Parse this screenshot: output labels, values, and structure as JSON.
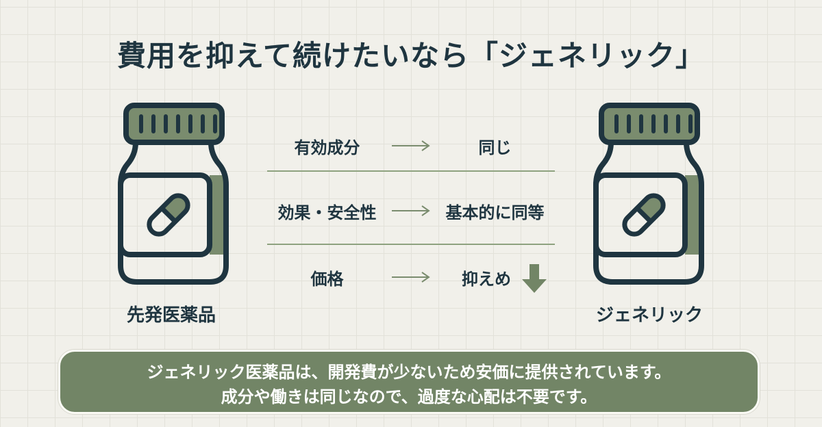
{
  "title": "費用を抑えて続けたいなら「ジェネリック」",
  "left_bottle": {
    "label": "先発医薬品",
    "icon": "medicine-bottle-icon"
  },
  "right_bottle": {
    "label": "ジェネリック",
    "icon": "medicine-bottle-icon"
  },
  "comparison": [
    {
      "item": "有効成分",
      "result": "同じ"
    },
    {
      "item": "効果・安全性",
      "result": "基本的に同等"
    },
    {
      "item": "価格",
      "result": "抑えめ",
      "indicator": "down-arrow-icon"
    }
  ],
  "note": {
    "line1": "ジェネリック医薬品は、開発費が少ないため安価に提供されています。",
    "line2": "成分や働きは同じなので、過度な心配は不要です。"
  },
  "colors": {
    "accent": "#728566",
    "dark": "#1f3540",
    "background": "#f1f0ea"
  }
}
